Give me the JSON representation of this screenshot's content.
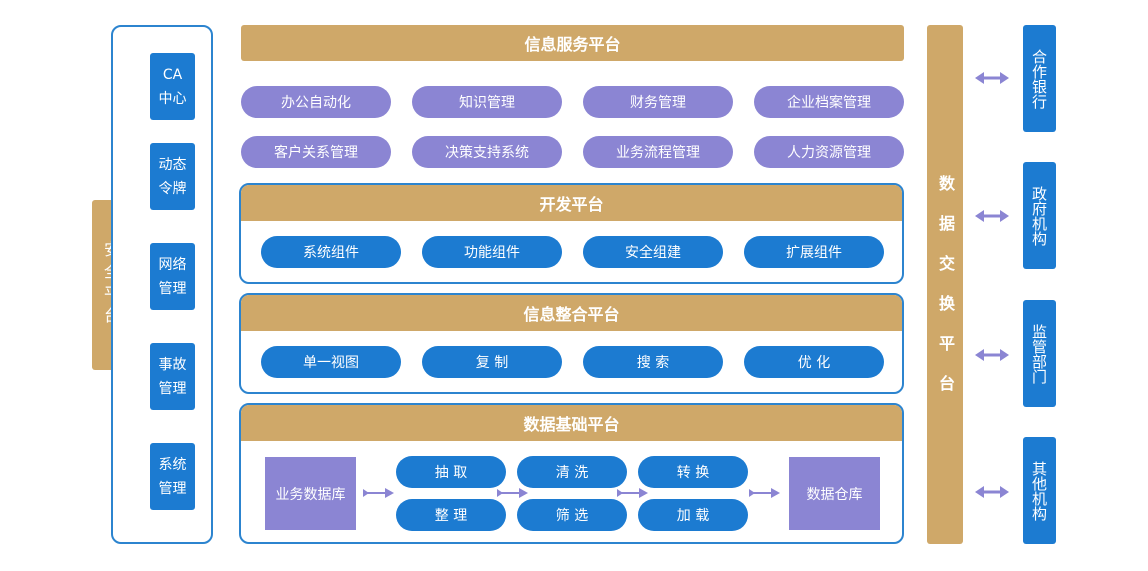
{
  "security_platform": {
    "label": "安全平台",
    "items": [
      "CA\n中心",
      "动态\n令牌",
      "网络\n管理",
      "事故\n管理",
      "系统\n管理"
    ]
  },
  "info_service": {
    "title": "信息服务平台",
    "row1": [
      "办公自动化",
      "知识管理",
      "财务管理",
      "企业档案管理"
    ],
    "row2": [
      "客户关系管理",
      "决策支持系统",
      "业务流程管理",
      "人力资源管理"
    ]
  },
  "dev_platform": {
    "title": "开发平台",
    "items": [
      "系统组件",
      "功能组件",
      "安全组建",
      "扩展组件"
    ]
  },
  "integration_platform": {
    "title": "信息整合平台",
    "items": [
      "单一视图",
      "复 制",
      "搜 索",
      "优 化"
    ]
  },
  "data_platform": {
    "title": "数据基础平台",
    "source": "业务数据库",
    "steps": [
      "抽 取",
      "清 洗",
      "转 换",
      "整 理",
      "筛 选",
      "加 载"
    ],
    "target": "数据仓库"
  },
  "exchange_platform": {
    "label": "数据交换平台"
  },
  "partners": [
    "合作银行",
    "政府机构",
    "监管部门",
    "其他机构"
  ],
  "colors": {
    "gold": "#cfa869",
    "blue": "#1c7bd1",
    "purple": "#8b85d3",
    "border": "#2c84cf"
  }
}
